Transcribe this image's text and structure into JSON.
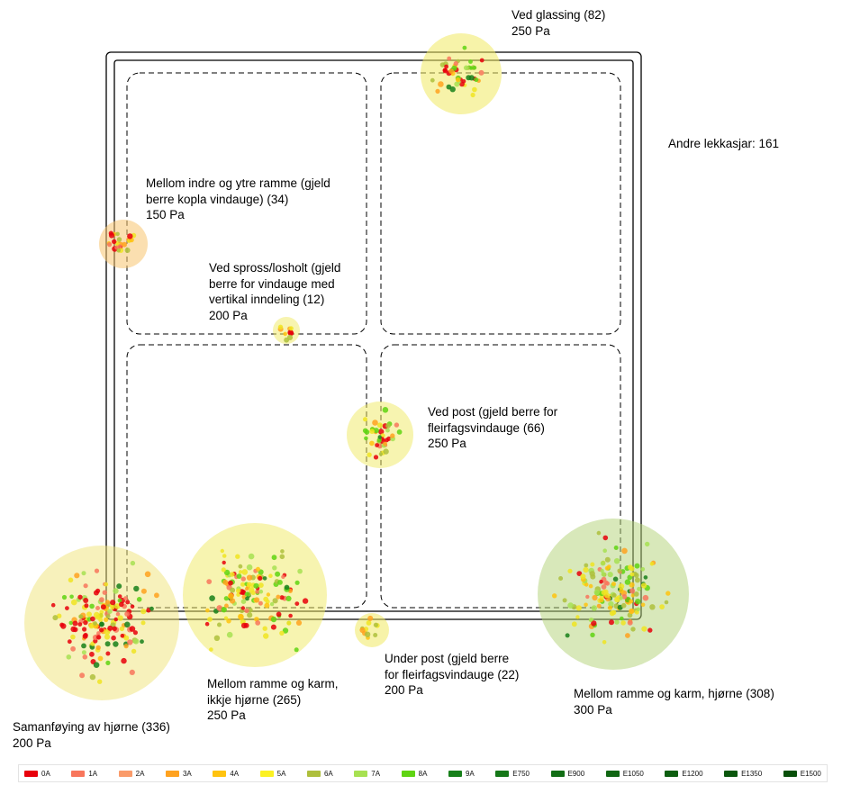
{
  "labels": {
    "ved_glassing": "Ved glassing (82)\n250 Pa",
    "andre_lekkasjar": "Andre lekkasjar: 161",
    "indre_ytre_ramme": "Mellom indre og ytre ramme (gjeld\nberre kopla vindauge) (34)\n150 Pa",
    "spross_losholt": "Ved spross/losholt (gjeld\nberre for vindauge med\nvertikal inndeling (12)\n200 Pa",
    "ved_post": "Ved post (gjeld berre for\nfleirfagsvindauge (66)\n250 Pa",
    "under_post": "Under post (gjeld berre\nfor fleirfagsvindauge (22)\n200 Pa",
    "ramme_karm_ikkje_hjorne": "Mellom ramme og karm,\nikkje hjørne (265)\n250 Pa",
    "samanfoying_hjorne": "Samanføying av hjørne (336)\n200 Pa",
    "ramme_karm_hjorne": "Mellom ramme og karm, hjørne (308)\n300 Pa"
  },
  "chart_data": {
    "type": "scatter",
    "title": "Air leakage locations on window diagram",
    "other_leaks": {
      "label": "Andre lekkasjar",
      "value": 161
    },
    "clusters": [
      {
        "name": "Ved glassing",
        "count": 82,
        "pressure_pa": 250,
        "center": [
          512,
          82
        ],
        "radius": 45,
        "halo": "rgba(240,233,98,0.55)",
        "dots": 46,
        "seed": 11,
        "palette": [
          "#e8000b",
          "#e8000b",
          "#f8765c",
          "#ffa21f",
          "#ffc30f",
          "#f0e422",
          "#aebf3c",
          "#a7e152",
          "#5fd412",
          "#5fd412",
          "#17801a"
        ]
      },
      {
        "name": "Mellom indre og ytre ramme (gjeld berre kopla vindauge)",
        "count": 34,
        "pressure_pa": 150,
        "center": [
          137,
          271
        ],
        "radius": 27,
        "halo": "rgba(247,196,111,0.55)",
        "dots": 24,
        "seed": 22,
        "palette": [
          "#e8000b",
          "#e8000b",
          "#f8765c",
          "#ffa21f",
          "#ffc30f",
          "#f0e422",
          "#f0e422",
          "#aebf3c",
          "#a7e152"
        ]
      },
      {
        "name": "Ved spross/losholt (gjeld berre for vindauge med vertikal inndeling)",
        "count": 12,
        "pressure_pa": 200,
        "center": [
          318,
          367
        ],
        "radius": 15,
        "halo": "rgba(240,233,98,0.5)",
        "dots": 9,
        "seed": 33,
        "palette": [
          "#ffc30f",
          "#f0e422",
          "#ffa21f",
          "#e8000b",
          "#aebf3c"
        ]
      },
      {
        "name": "Ved post (gjeld berre for fleirfagsvindauge)",
        "count": 66,
        "pressure_pa": 250,
        "center": [
          422,
          483
        ],
        "radius": 37,
        "halo": "rgba(240,233,98,0.5)",
        "dots": 40,
        "seed": 44,
        "palette": [
          "#e8000b",
          "#f8765c",
          "#ffa21f",
          "#ffc30f",
          "#f0e422",
          "#aebf3c",
          "#a7e152",
          "#5fd412",
          "#17801a"
        ]
      },
      {
        "name": "Under post (gjeld berre for fleirfagsvindauge)",
        "count": 22,
        "pressure_pa": 200,
        "center": [
          413,
          700
        ],
        "radius": 19,
        "halo": "rgba(240,233,98,0.55)",
        "dots": 11,
        "seed": 55,
        "palette": [
          "#ffc30f",
          "#f0e422",
          "#ffa21f",
          "#aebf3c"
        ]
      },
      {
        "name": "Mellom ramme og karm, ikkje hjørne",
        "count": 265,
        "pressure_pa": 250,
        "center": [
          283,
          661
        ],
        "radius": 80,
        "halo": "rgba(240,233,98,0.5)",
        "dots": 140,
        "seed": 66,
        "palette": [
          "#e8000b",
          "#e8000b",
          "#f8765c",
          "#ffa21f",
          "#ffc30f",
          "#f0e422",
          "#f0e422",
          "#aebf3c",
          "#aebf3c",
          "#a7e152",
          "#5fd412",
          "#5fd412",
          "#17801a"
        ]
      },
      {
        "name": "Samanføying av hjørne",
        "count": 336,
        "pressure_pa": 200,
        "center": [
          113,
          692
        ],
        "radius": 86,
        "halo": "rgba(240,228,120,0.5)",
        "dots": 165,
        "seed": 77,
        "palette": [
          "#e8000b",
          "#e8000b",
          "#e8000b",
          "#e8000b",
          "#f8765c",
          "#f8765c",
          "#ffa21f",
          "#ffc30f",
          "#f0e422",
          "#f0e422",
          "#aebf3c",
          "#a7e152",
          "#5fd412",
          "#17801a"
        ]
      },
      {
        "name": "Mellom ramme og karm, hjørne",
        "count": 308,
        "pressure_pa": 300,
        "center": [
          681,
          660
        ],
        "radius": 84,
        "halo": "rgba(178,209,118,0.5)",
        "dots": 150,
        "seed": 88,
        "palette": [
          "#e8000b",
          "#f8765c",
          "#ffa21f",
          "#ffc30f",
          "#ffc30f",
          "#f0e422",
          "#f0e422",
          "#aebf3c",
          "#aebf3c",
          "#a7e152",
          "#a7e152",
          "#5fd412",
          "#5fd412",
          "#17801a"
        ]
      }
    ],
    "legend": [
      {
        "label": "0A",
        "color": "#e8000b"
      },
      {
        "label": "1A",
        "color": "#f8765c"
      },
      {
        "label": "2A",
        "color": "#fa9b6a"
      },
      {
        "label": "3A",
        "color": "#ffa21f"
      },
      {
        "label": "4A",
        "color": "#ffc30f"
      },
      {
        "label": "5A",
        "color": "#fbf123"
      },
      {
        "label": "6A",
        "color": "#aebf3c"
      },
      {
        "label": "7A",
        "color": "#a7e152"
      },
      {
        "label": "8A",
        "color": "#5fd412"
      },
      {
        "label": "9A",
        "color": "#17801a"
      },
      {
        "label": "E750",
        "color": "#157718"
      },
      {
        "label": "E900",
        "color": "#126e15"
      },
      {
        "label": "E1050",
        "color": "#106613"
      },
      {
        "label": "E1200",
        "color": "#0d5e10"
      },
      {
        "label": "E1350",
        "color": "#0a560d"
      },
      {
        "label": "E1500",
        "color": "#084f0a"
      }
    ]
  }
}
